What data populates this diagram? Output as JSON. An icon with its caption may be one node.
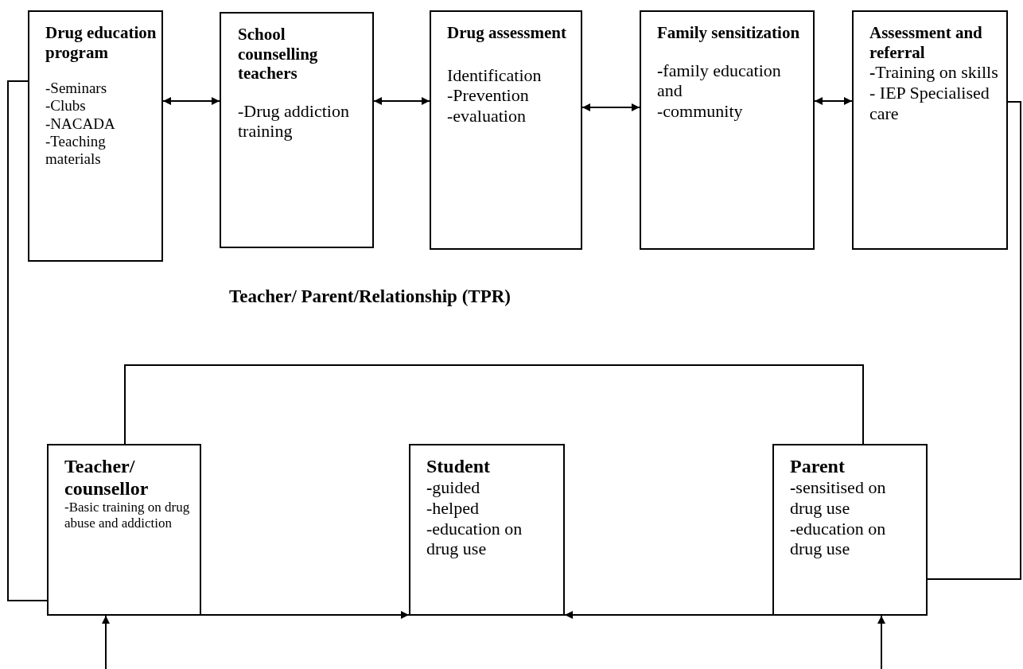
{
  "diagram": {
    "title": "Teacher/ Parent/Relationship (TPR)",
    "nodes": [
      {
        "text": [
          "Drug education program",
          "-Seminars",
          "-Clubs",
          "-NACADA",
          "-Teaching materials"
        ]
      },
      {
        "text": [
          "School counselling teachers",
          "-Drug addiction training"
        ]
      },
      {
        "text": [
          "Drug assessment",
          "Identification",
          "-Prevention",
          "-evaluation"
        ]
      },
      {
        "text": [
          "Family sensitization",
          "**-**family education and",
          "-community"
        ]
      },
      {
        "text": [
          "Assessment and referral",
          "**-**Training on skills",
          "- IEP Specialised care"
        ]
      },
      {
        "text": [
          "Teacher/ counsellor",
          "-Basic training on drug abuse and addiction"
        ]
      },
      {
        "text": [
          "Student",
          "**-**guided",
          "-helped",
          "-education on drug use"
        ]
      },
      {
        "text": [
          "Parent",
          "**-**sensitised on drug use",
          "-education on drug use"
        ]
      }
    ],
    "edges": [
      {
        "from": 0,
        "to": 1,
        "arrow": "both"
      },
      {
        "from": 1,
        "to": 2,
        "arrow": "both"
      },
      {
        "from": 2,
        "to": 3,
        "arrow": "both"
      },
      {
        "from": 3,
        "to": 4,
        "arrow": "both"
      },
      {
        "from": 0,
        "to": 5,
        "arrow": "none"
      },
      {
        "from": 4,
        "to": 7,
        "arrow": "none"
      },
      {
        "from": 5,
        "to": 7,
        "arrow": "none"
      },
      {
        "from": 5,
        "to": 6,
        "arrow": "to"
      },
      {
        "from": 7,
        "to": 6,
        "arrow": "to"
      },
      {
        "from": null,
        "to": 5,
        "arrow": "to"
      },
      {
        "from": null,
        "to": 7,
        "arrow": "to"
      }
    ]
  }
}
